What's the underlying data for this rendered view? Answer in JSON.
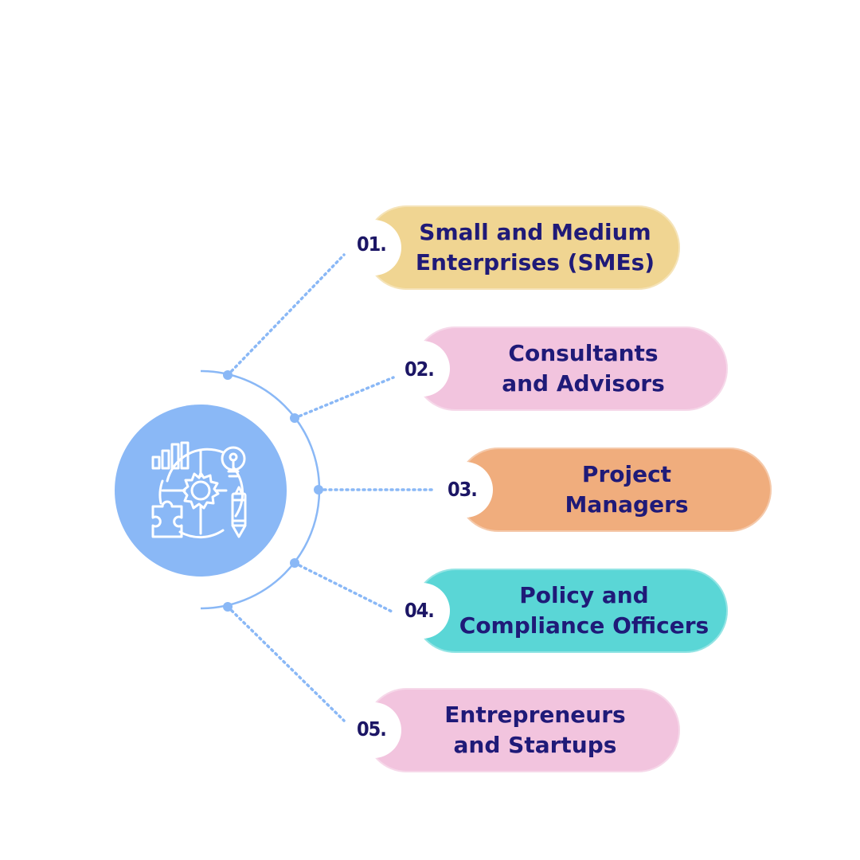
{
  "colors": {
    "hub": "#8ab8f6",
    "connector": "#8ab8f6",
    "text": "#1f1a78",
    "numbers": "#1c1665"
  },
  "hub": {
    "icon": "business-strategy-icon"
  },
  "items": [
    {
      "number": "01.",
      "label": "Small and Medium\nEnterprises (SMEs)",
      "color": "#f0d592"
    },
    {
      "number": "02.",
      "label": "Consultants\nand Advisors",
      "color": "#f2c4de"
    },
    {
      "number": "03.",
      "label": "Project\nManagers",
      "color": "#f0ad7d"
    },
    {
      "number": "04.",
      "label": "Policy and\nCompliance Officers",
      "color": "#5ad6d6"
    },
    {
      "number": "05.",
      "label": "Entrepreneurs\nand Startups",
      "color": "#f2c4de"
    }
  ]
}
